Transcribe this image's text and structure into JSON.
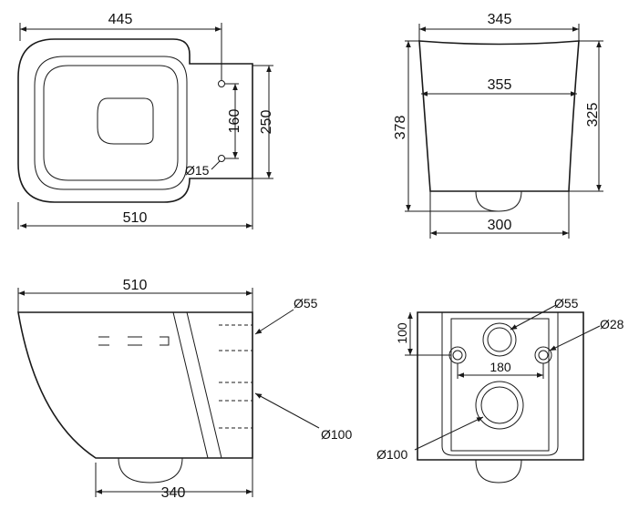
{
  "top_view": {
    "width_seat": "445",
    "width_total": "510",
    "hole_spacing": "160",
    "tab_height": "250",
    "hole_diameter": "Ø15"
  },
  "front_view": {
    "top_width": "345",
    "mid_width": "355",
    "total_height": "378",
    "body_height": "325",
    "bottom_width": "300"
  },
  "side_view": {
    "length": "510",
    "inlet_diameter": "Ø55",
    "outlet_diameter": "Ø100",
    "bowl_offset": "340"
  },
  "rear_view": {
    "inlet_height": "100",
    "inlet_diameter": "Ø55",
    "bolt_diameter": "Ø28",
    "bolt_spacing": "180",
    "outlet_diameter": "Ø100"
  }
}
